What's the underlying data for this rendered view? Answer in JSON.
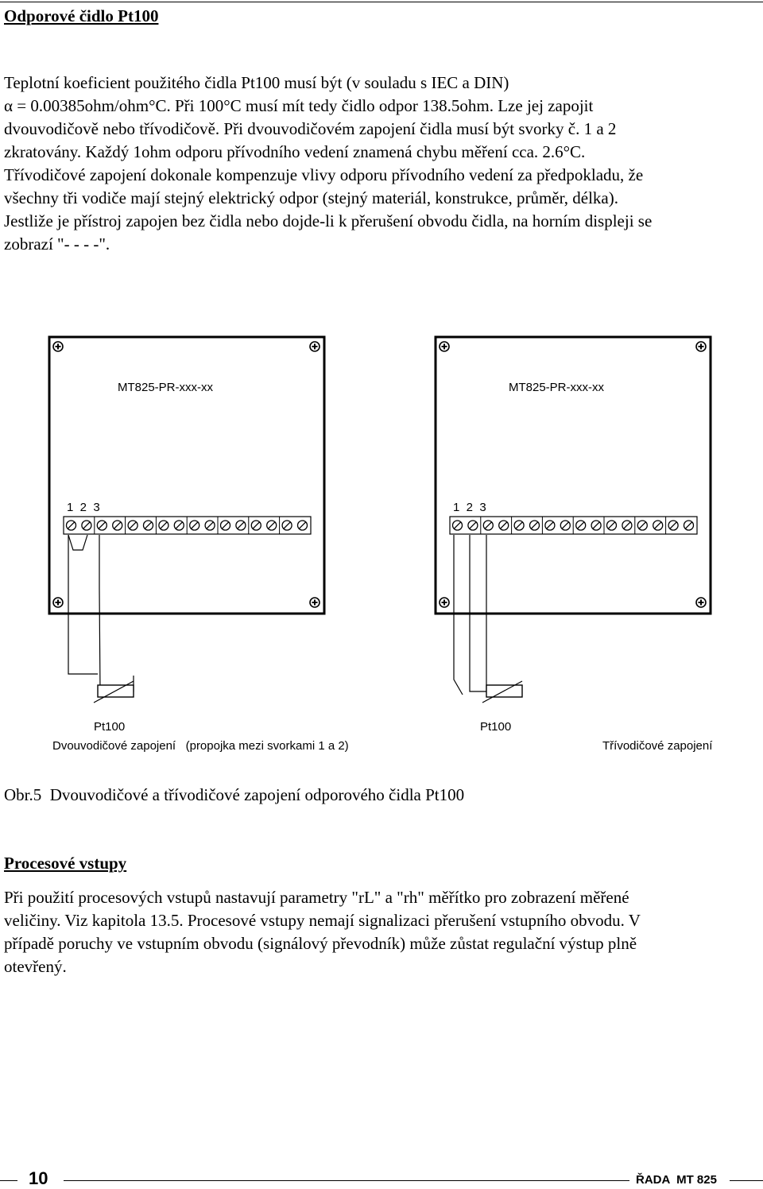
{
  "section1": {
    "title": "Odporové čidlo Pt100",
    "lines": [
      "Teplotní koeficient použitého čidla Pt100 musí být (v souladu s IEC a DIN)",
      "α = 0.00385ohm/ohm°C. Při 100°C musí mít tedy čidlo odpor 138.5ohm. Lze jej zapojit",
      "dvouvodičově nebo třívodičově. Při dvouvodičovém zapojení čidla musí být svorky č. 1 a 2",
      "zkratovány. Každý 1ohm odporu přívodního vedení znamená chybu měření cca. 2.6°C.",
      "Třívodičové zapojení dokonale kompenzuje vlivy odporu přívodního vedení za předpokladu, že",
      "všechny tři vodiče mají stejný elektrický odpor (stejný materiál, konstrukce, průměr, délka).",
      "Jestliže je přístroj zapojen bez čidla nebo dojde-li k přerušení obvodu čidla, na horním displeji se",
      "zobrazí \"- - - -\"."
    ]
  },
  "figure": {
    "left": {
      "device": "MT825-PR-xxx-xx",
      "terminals": "1  2  3",
      "sensor": "Pt100",
      "label": "Dvouvodičové zapojení   (propojka mezi svorkami 1 a 2)"
    },
    "right": {
      "device": "MT825-PR-xxx-xx",
      "terminals": "1  2  3",
      "sensor": "Pt100",
      "label": "Třívodičové zapojení"
    },
    "caption": "Obr.5  Dvouvodičové a třívodičové zapojení odporového čidla Pt100"
  },
  "section2": {
    "title": "Procesové vstupy",
    "lines": [
      "Při použití procesových vstupů nastavují parametry \"rL\" a \"rh\" měřítko pro zobrazení měřené",
      "veličiny. Viz kapitola 13.5. Procesové vstupy nemají signalizaci přerušení vstupního obvodu. V",
      "případě poruchy ve vstupním obvodu (signálový převodník) může zůstat regulační výstup plně",
      "otevřený."
    ]
  },
  "footer": {
    "page_number": "10",
    "series": "ŘADA  MT 825"
  }
}
